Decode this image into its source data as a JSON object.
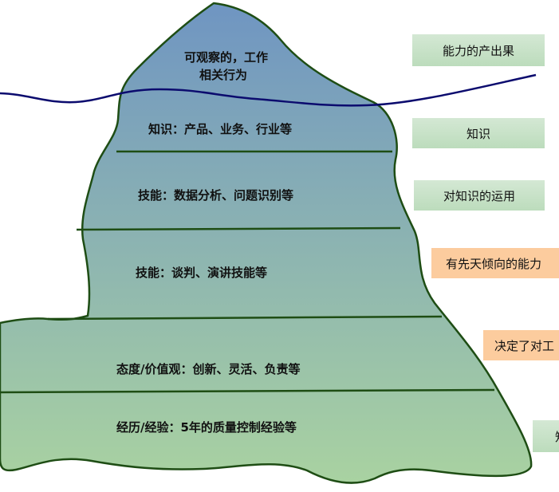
{
  "colors": {
    "iceberg_top": "#6f95c2",
    "iceberg_bottom": "#a9d2a1",
    "outline": "#1e4d14",
    "waterline": "#0b0b6e",
    "box_green": "#c8e2c8",
    "box_peach": "#fccc9e"
  },
  "layers": [
    {
      "line1": "可观察的，工作",
      "line2": "相关行为"
    },
    {
      "text": "知识：产品、业务、行业等"
    },
    {
      "text": "技能：数据分析、问题识别等"
    },
    {
      "text": "技能：谈判、演讲技能等"
    },
    {
      "text": "态度/价值观：创新、灵活、负责等"
    },
    {
      "text": "经历/经验：5年的质量控制经验等"
    }
  ],
  "side_labels": [
    {
      "text": "能力的产出果",
      "style": "green"
    },
    {
      "text": "知识",
      "style": "green"
    },
    {
      "text": "对知识的运用",
      "style": "green"
    },
    {
      "text": "有先天倾向的能力",
      "style": "peach"
    },
    {
      "text": "决定了对工",
      "style": "peach"
    },
    {
      "text": "知",
      "style": "green"
    }
  ]
}
